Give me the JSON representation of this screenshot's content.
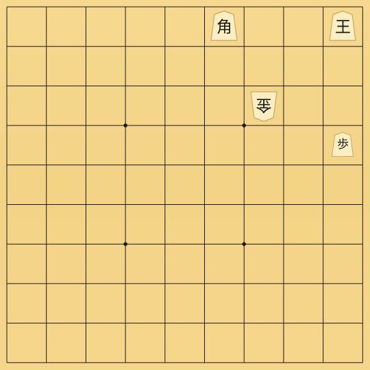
{
  "board": {
    "files": 9,
    "ranks": 9,
    "colors": {
      "board": "#f4d58c",
      "line": "#1a1a1a",
      "piece_face": "#fbeec2",
      "piece_edge": "#c9a861"
    },
    "star_points": [
      [
        3,
        3
      ],
      [
        6,
        3
      ],
      [
        3,
        6
      ],
      [
        6,
        6
      ]
    ]
  },
  "pieces": [
    {
      "id": "bishop",
      "symbol": "角",
      "file_index": 5,
      "rank_index": 0,
      "owner": "sente",
      "size": "normal"
    },
    {
      "id": "king",
      "symbol": "王",
      "file_index": 8,
      "rank_index": 0,
      "owner": "sente",
      "size": "normal"
    },
    {
      "id": "gold",
      "symbol": "金",
      "file_index": 6,
      "rank_index": 2,
      "owner": "gote",
      "size": "normal"
    },
    {
      "id": "pawn",
      "symbol": "歩",
      "file_index": 8,
      "rank_index": 3,
      "owner": "sente",
      "size": "small"
    }
  ]
}
